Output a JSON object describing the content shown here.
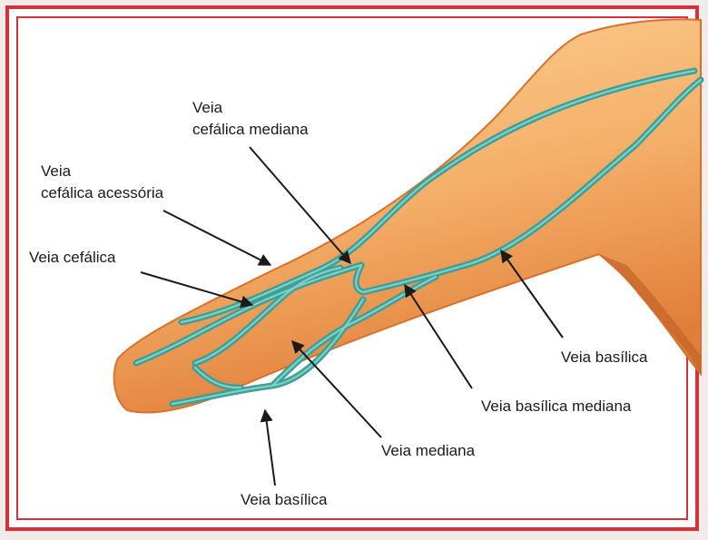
{
  "labels": {
    "cefalica_mediana": [
      "Veia",
      "cefálica mediana"
    ],
    "cefalica_acessoria": [
      "Veia",
      "cefálica acessória"
    ],
    "cefalica": "Veia cefálica",
    "basilica_right": "Veia basílica",
    "basilica_mediana": "Veia basílica mediana",
    "mediana": "Veia mediana",
    "basilica_bottom": "Veia basílica"
  },
  "colors": {
    "frame": "#d6303a",
    "skin_light": "#fbd49a",
    "skin_mid": "#f2a15a",
    "skin_dark": "#d9702e",
    "vein": "#3f9f96",
    "vein_light": "#7fd1c6",
    "arrow": "#1a1a1a"
  }
}
